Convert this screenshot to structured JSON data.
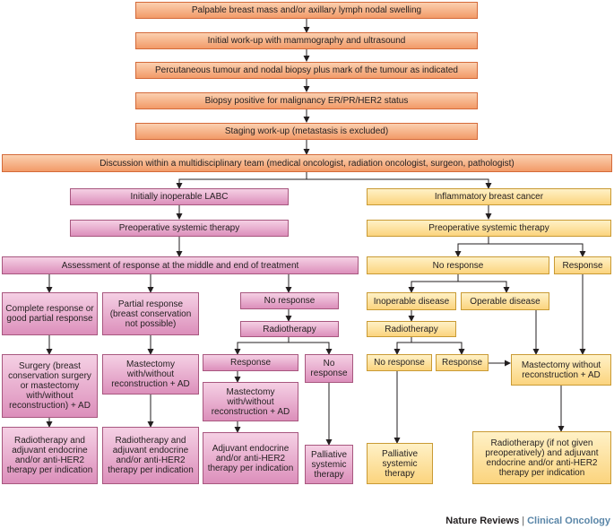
{
  "boxes": {
    "palpable": "Palpable breast mass and/or axillary lymph nodal swelling",
    "workup": "Initial work-up with mammography and ultrasound",
    "biopsy_mark": "Percutaneous tumour and nodal biopsy plus mark of the tumour as indicated",
    "biopsy_positive": "Biopsy positive for malignancy ER/PR/HER2 status",
    "staging": "Staging work-up (metastasis is excluded)",
    "mdt": "Discussion within a multidisciplinary team (medical oncologist, radiation oncologist, surgeon, pathologist)",
    "labc": "Initially inoperable LABC",
    "preop_left": "Preoperative systemic therapy",
    "assessment": "Assessment of response at the middle and end of treatment",
    "complete_response": "Complete response or good partial response",
    "partial_response": "Partial response (breast conservation not possible)",
    "no_response_left": "No response",
    "radiotherapy_left": "Radiotherapy",
    "response_left": "Response",
    "no_response_left2": "No response",
    "surgery": "Surgery (breast conservation surgery or mastectomy with/without reconstruction) + AD",
    "mastectomy_partial": "Mastectomy with/without reconstruction + AD",
    "mastectomy_response": "Mastectomy with/without reconstruction + AD",
    "adj_1": "Radiotherapy and adjuvant endocrine and/or anti-HER2 therapy per indication",
    "adj_2": "Radiotherapy and adjuvant endocrine and/or anti-HER2 therapy per indication",
    "adj_3": "Adjuvant endocrine and/or anti-HER2 therapy per indication",
    "palliative_left": "Palliative systemic therapy",
    "ibc": "Inflammatory breast cancer",
    "preop_right": "Preoperative systemic therapy",
    "no_response_right": "No response",
    "response_right": "Response",
    "inoperable": "Inoperable disease",
    "operable": "Operable disease",
    "radiotherapy_right": "Radiotherapy",
    "no_response_right2": "No response",
    "response_right2": "Response",
    "mastectomy_right": "Mastectomy without reconstruction + AD",
    "palliative_right": "Palliative systemic therapy",
    "radiotherapy_final": "Radiotherapy (if not given preoperatively) and adjuvant endocrine and/or anti-HER2 therapy per indication"
  },
  "footer": {
    "publisher": "Nature Reviews",
    "separator": "|",
    "journal": "Clinical Oncology"
  },
  "colors": {
    "top_flow": "#f29a68",
    "labc_branch": "#dc8fbb",
    "ibc_branch": "#fbd47e"
  }
}
